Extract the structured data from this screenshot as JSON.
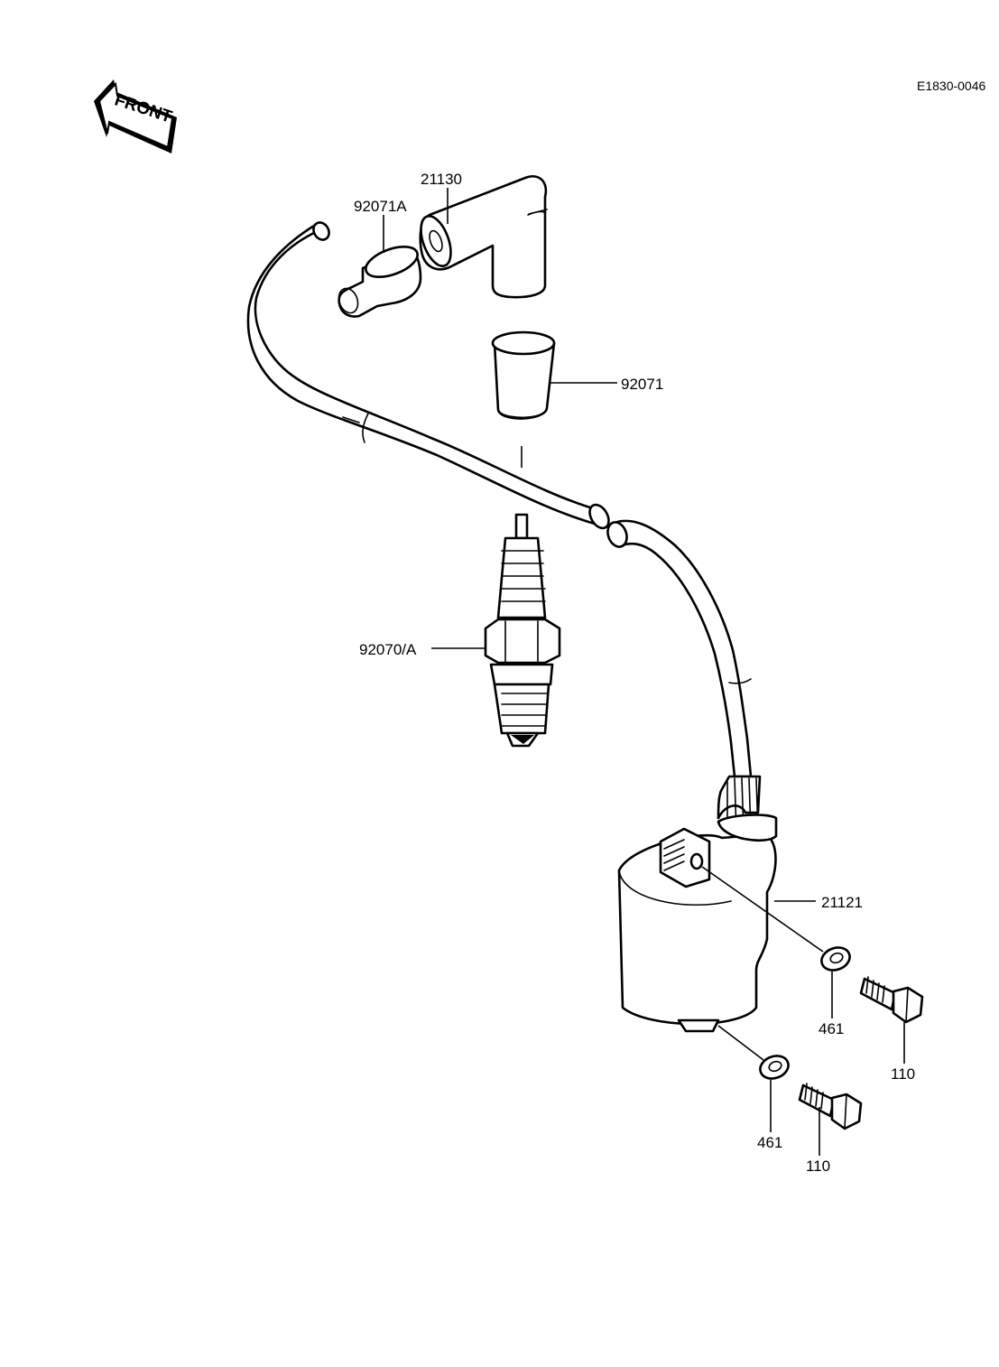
{
  "diagram": {
    "code": "E1830-0046",
    "front_text": "FRONT",
    "callouts": {
      "plug_cap": "21130",
      "cap_seal_upper": "92071A",
      "cap_seal_lower": "92071",
      "spark_plug": "92070/A",
      "ignition_coil": "21121",
      "washer_upper": "461",
      "bolt_upper": "110",
      "washer_lower": "461",
      "bolt_lower": "110"
    },
    "icons": [
      "front-arrow-icon"
    ]
  }
}
